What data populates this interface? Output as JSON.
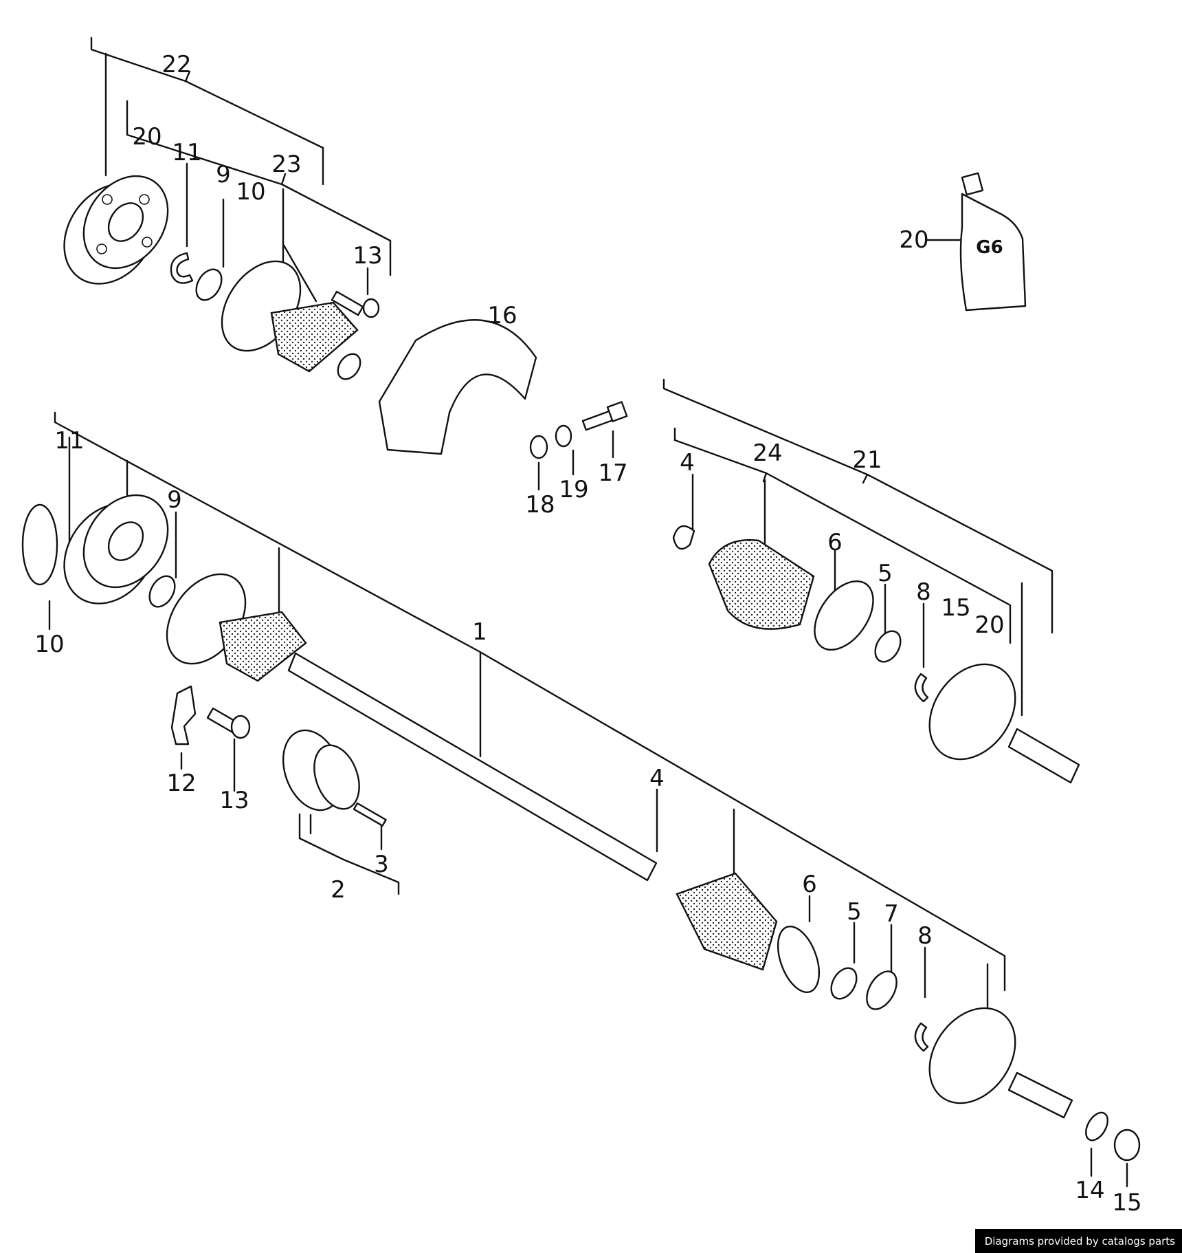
{
  "labels": [
    "22",
    "20",
    "11",
    "9",
    "23",
    "10",
    "13",
    "20",
    "16",
    "11",
    "9",
    "18",
    "19",
    "17",
    "21",
    "24",
    "4",
    "6",
    "5",
    "8",
    "15",
    "20",
    "10",
    "1",
    "12",
    "13",
    "4",
    "2",
    "3",
    "6",
    "5",
    "7",
    "8",
    "14",
    "15"
  ],
  "tube_marking": "G6",
  "credit": "Diagrams provided by catalogs parts"
}
